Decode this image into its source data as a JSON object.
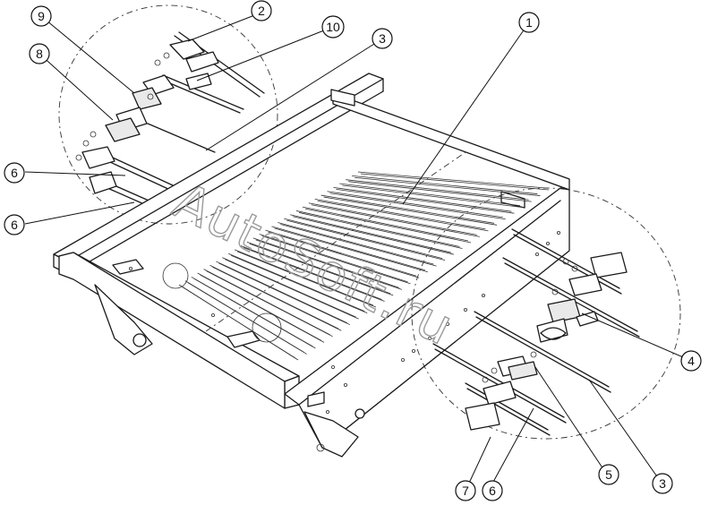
{
  "watermark": "AutoSoft.ru",
  "callouts": [
    {
      "id": "c1",
      "label": "1"
    },
    {
      "id": "c2",
      "label": "2"
    },
    {
      "id": "c3a",
      "label": "3"
    },
    {
      "id": "c3b",
      "label": "3"
    },
    {
      "id": "c4",
      "label": "4"
    },
    {
      "id": "c5",
      "label": "5"
    },
    {
      "id": "c6a",
      "label": "6"
    },
    {
      "id": "c6b",
      "label": "6"
    },
    {
      "id": "c6c",
      "label": "6"
    },
    {
      "id": "c7",
      "label": "7"
    },
    {
      "id": "c8",
      "label": "8"
    },
    {
      "id": "c9",
      "label": "9"
    },
    {
      "id": "c10",
      "label": "10"
    }
  ]
}
